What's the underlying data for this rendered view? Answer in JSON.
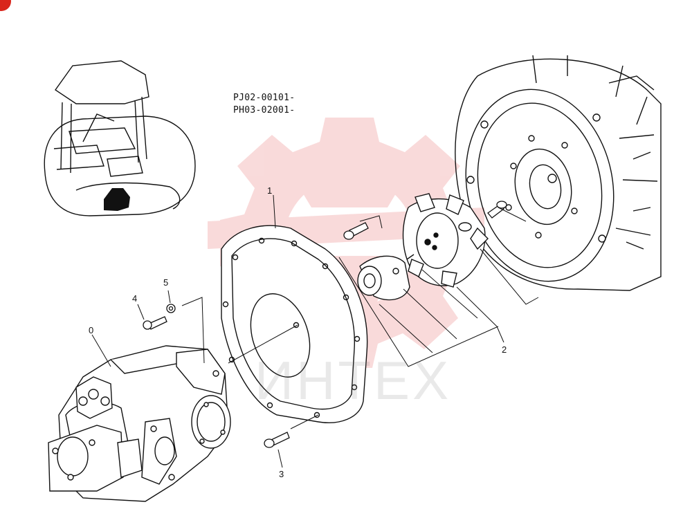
{
  "serials": [
    "PJ02-00101-",
    "PH03-02001-"
  ],
  "callouts": [
    {
      "id": "0",
      "label": "0"
    },
    {
      "id": "1",
      "label": "1"
    },
    {
      "id": "2",
      "label": "2"
    },
    {
      "id": "3",
      "label": "3"
    },
    {
      "id": "4",
      "label": "4"
    },
    {
      "id": "5",
      "label": "5"
    }
  ],
  "watermark": {
    "text": "ИНТЕХ",
    "gear_color": "#f0a0a0"
  },
  "badge": {
    "color": "#d9261c"
  }
}
